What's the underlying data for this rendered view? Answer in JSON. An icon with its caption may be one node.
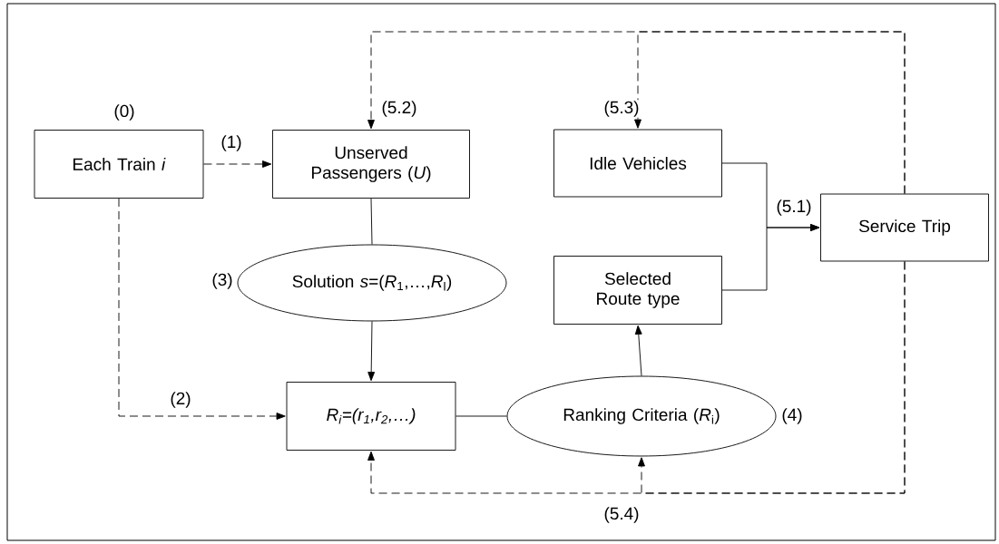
{
  "diagram": {
    "nodes": [
      {
        "text": [
          "Each Train *i*"
        ],
        "beside": [
          "(0)"
        ]
      },
      {
        "text": [
          "Unserved Passengers (*U*)"
        ]
      },
      {
        "text": [
          "Idle Vehicles"
        ]
      },
      {
        "text": [
          "Service Trip"
        ]
      },
      {
        "text": [
          "Solution *s*=(*R*$_{1}$,…,*R*$_{l}$)"
        ],
        "beside": [
          "(3)"
        ]
      },
      {
        "text": [
          "Selected Route type"
        ]
      },
      {
        "text": [
          "R$_{i}$=(r$_{1}$,r$_{2}$,…)"
        ]
      },
      {
        "text": [
          "Ranking Criteria (*R*$_{i}$)"
        ],
        "beside": [
          "(4)"
        ]
      }
    ],
    "edges": [
      {
        "from": 0,
        "to": 1,
        "arrow": "to",
        "style": "dashed",
        "label": "(1)"
      },
      {
        "from": 0,
        "to": 6,
        "arrow": "to",
        "style": "dashed",
        "label": "(2)"
      },
      {
        "from": 1,
        "to": 4,
        "arrow": "none"
      },
      {
        "from": 4,
        "to": 6,
        "arrow": "to"
      },
      {
        "from": 6,
        "to": 7,
        "arrow": "none"
      },
      {
        "from": 7,
        "to": 5,
        "arrow": "to"
      },
      {
        "from": 2,
        "to": 3,
        "arrow": "to",
        "label": "(5.1)"
      },
      {
        "from": 5,
        "to": 3,
        "arrow": "to"
      },
      {
        "from": 3,
        "to": 1,
        "arrow": "to",
        "style": "dashed",
        "label": "(5.2)"
      },
      {
        "from": 3,
        "to": 2,
        "arrow": "to",
        "style": "dashed",
        "label": "(5.3)"
      },
      {
        "from": 3,
        "to": 6,
        "arrow": "to",
        "style": "dashed"
      },
      {
        "from": 3,
        "to": 7,
        "arrow": "to",
        "style": "dashed",
        "label": "(5.4)"
      }
    ]
  }
}
